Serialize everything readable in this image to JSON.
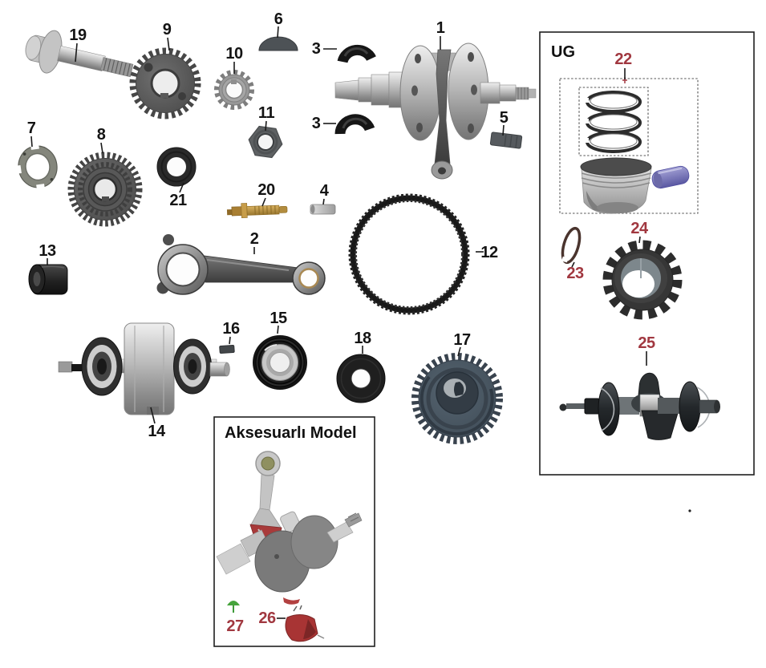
{
  "diagram": {
    "background": "#ffffff",
    "label_color": "#141414",
    "highlight_label_color": "#a13840",
    "part_highlight_red": "#a83a3a",
    "part_highlight_green": "#46a33c",
    "piston_pin_purple": "#8789c6"
  },
  "boxes": {
    "ug": {
      "title": "UG"
    },
    "accessory": {
      "title": "Aksesuarlı Model"
    }
  },
  "labels": {
    "n1": "1",
    "n2": "2",
    "n3a": "3",
    "n3b": "3",
    "n4": "4",
    "n5": "5",
    "n6": "6",
    "n7": "7",
    "n8": "8",
    "n9": "9",
    "n10": "10",
    "n11": "11",
    "n12": "12",
    "n13": "13",
    "n14": "14",
    "n15": "15",
    "n16": "16",
    "n17": "17",
    "n18": "18",
    "n19": "19",
    "n20": "20",
    "n21": "21",
    "n22": "22",
    "n23": "23",
    "n24": "24",
    "n25": "25",
    "n26": "26",
    "n27": "27"
  }
}
